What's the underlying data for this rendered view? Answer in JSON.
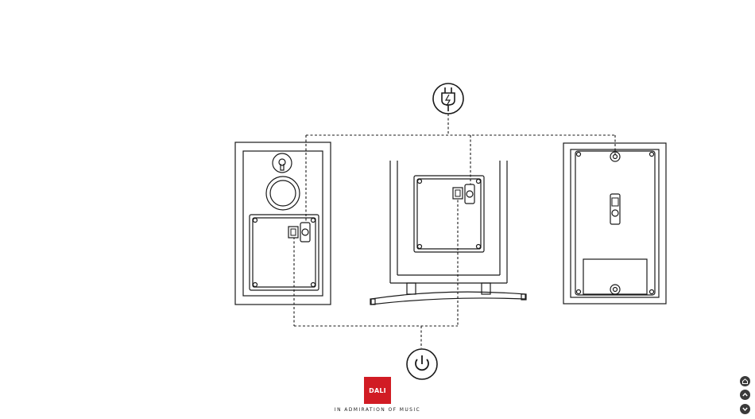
{
  "brand": {
    "logo_text": "DALI",
    "logo_color": "#d11c24",
    "tagline": "IN ADMIRATION OF MUSIC"
  },
  "icons": {
    "power_source": "mains-plug-icon",
    "power_switch": "power-icon"
  },
  "views": [
    "speaker-rear-panel",
    "speaker-on-stand-rear",
    "speaker-wall-mount-rear"
  ],
  "nav": [
    {
      "name": "home-icon",
      "label": "home"
    },
    {
      "name": "chevron-up-icon",
      "label": "previous"
    },
    {
      "name": "chevron-down-icon",
      "label": "next"
    }
  ]
}
